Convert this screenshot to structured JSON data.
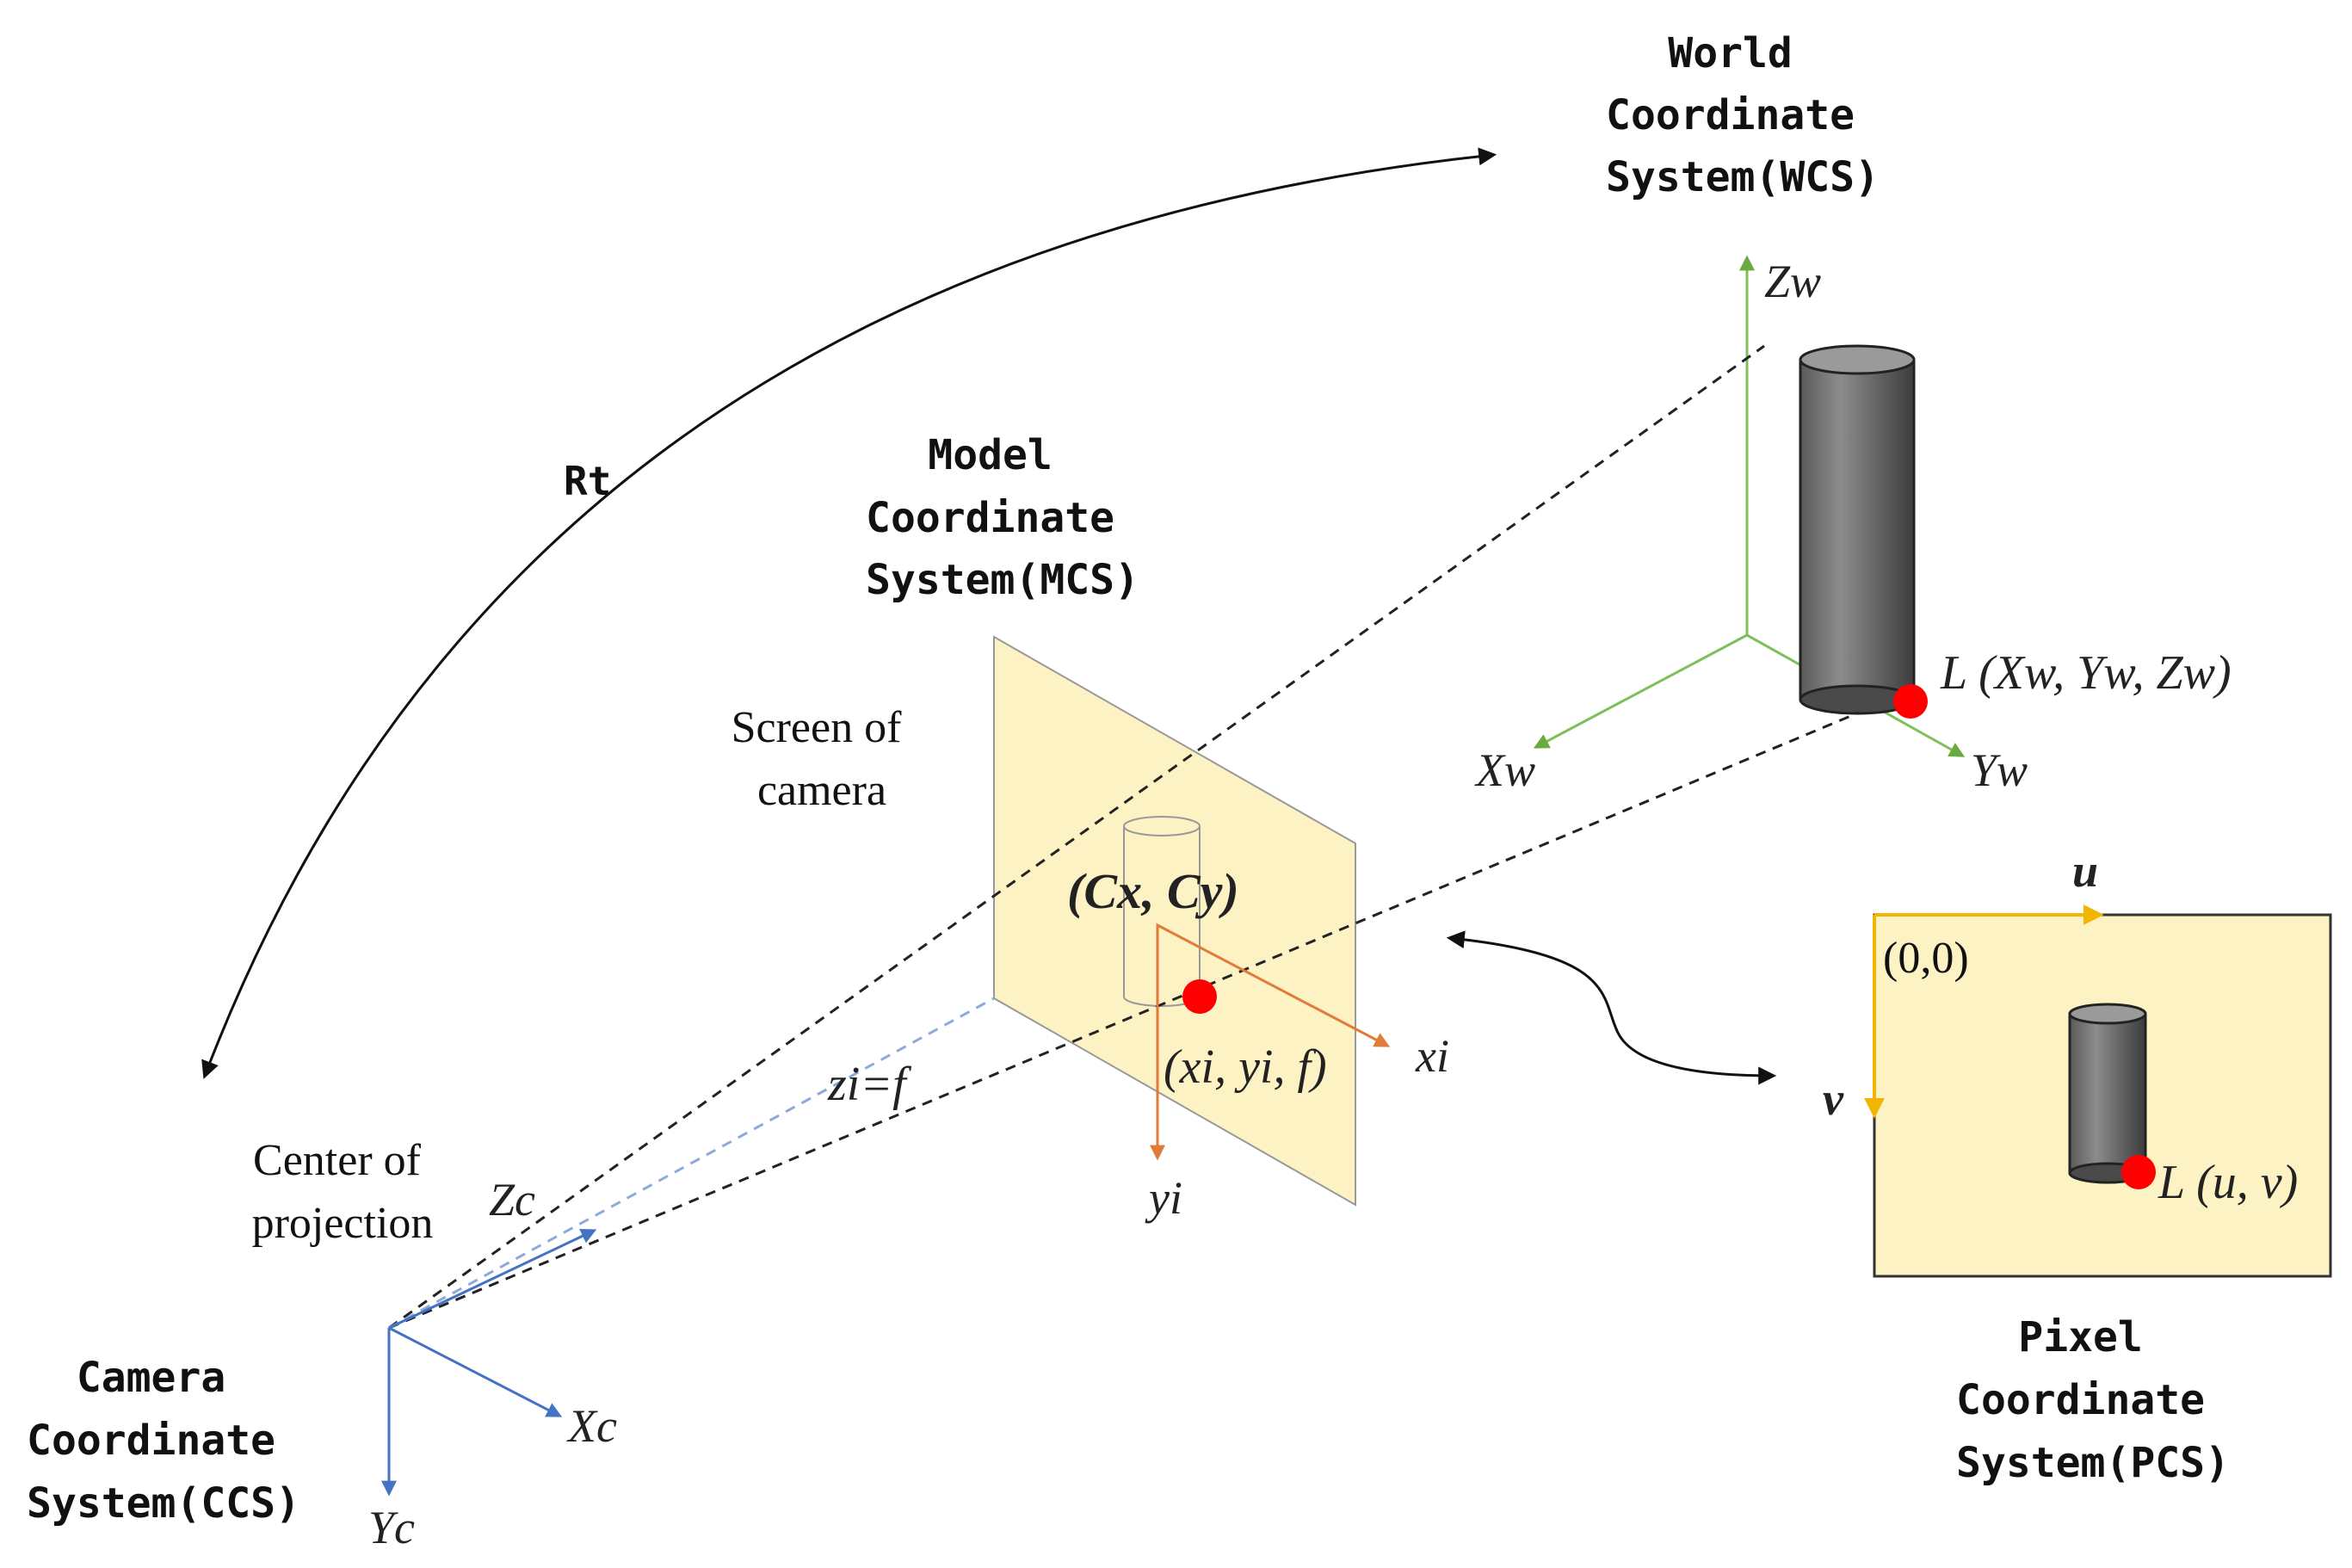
{
  "labels": {
    "wcs": [
      "World",
      "Coordinate",
      "System(WCS)"
    ],
    "mcs": [
      "Model",
      "Coordinate",
      "System(MCS)"
    ],
    "ccs": [
      "Camera",
      "Coordinate",
      "System(CCS)"
    ],
    "pcs": [
      "Pixel",
      "Coordinate",
      "System(PCS)"
    ],
    "screen": [
      "Screen of",
      "camera"
    ],
    "center": [
      "Center of",
      "projection"
    ],
    "rt": "Rt",
    "zw": "Zw",
    "xw": "Xw",
    "yw": "Yw",
    "world_point": "L (Xw, Yw, Zw)",
    "principal_point": "(Cx, Cy)",
    "image_point": "(xi, yi, f)",
    "xi": "xi",
    "yi": "yi",
    "focal": "zi=f",
    "zc": "Zc",
    "xc": "Xc",
    "yc": "Yc",
    "u": "u",
    "v": "v",
    "origin": "(0,0)",
    "pixel_point": "L (u, v)"
  },
  "colors": {
    "world_axes": "#7fbf5a",
    "camera_axes": "#4472c4",
    "image_axes": "#e07b39",
    "pixel_axes": "#f2b600",
    "point": "#ff0000",
    "plane_fill": "#fdf2c4",
    "cylinder": "#6d6d6d"
  }
}
